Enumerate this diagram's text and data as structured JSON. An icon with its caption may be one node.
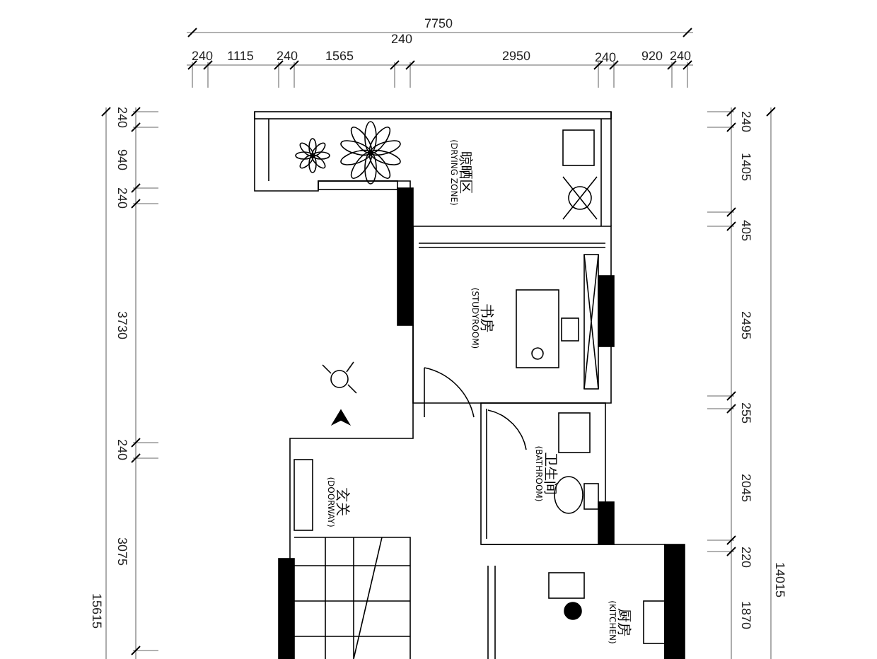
{
  "diagram": {
    "nodes": [
      {
        "text": [
          "晾晒区",
          "(DRYING ZONE)"
        ]
      },
      {
        "text": [
          "书房",
          "(STUDYROOM)"
        ]
      },
      {
        "text": [
          "卫生间",
          "(BATHROOM)"
        ]
      },
      {
        "text": [
          "玄关",
          "(DOORWAY)"
        ]
      },
      {
        "text": [
          "厨房",
          "(KITCHEN)"
        ]
      }
    ],
    "labels": [
      "7750",
      "240",
      "1115",
      "240",
      "1565",
      "240",
      "2950",
      "240",
      "920",
      "240",
      "240",
      "940",
      "240",
      "3730",
      "240",
      "3075",
      "15615",
      "240",
      "1405",
      "405",
      "2495",
      "255",
      "2045",
      "220",
      "14015",
      "1870"
    ]
  }
}
